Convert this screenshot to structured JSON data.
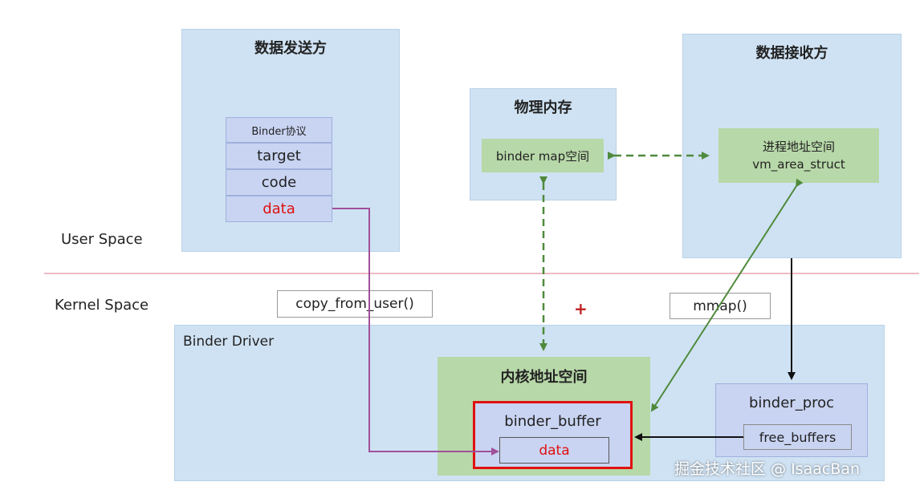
{
  "sender": {
    "title": "数据发送方",
    "protocol_header": "Binder协议",
    "rows": [
      "target",
      "code",
      "data"
    ]
  },
  "physical_memory": {
    "title": "物理内存",
    "map_space": "binder map空间"
  },
  "receiver": {
    "title": "数据接收方",
    "address_space_line1": "进程地址空间",
    "address_space_line2": "vm_area_struct"
  },
  "labels": {
    "user_space": "User Space",
    "kernel_space": "Kernel Space",
    "copy_from_user": "copy_from_user()",
    "mmap": "mmap()",
    "plus": "+"
  },
  "driver": {
    "title": "Binder Driver",
    "kernel_address_space": "内核地址空间",
    "binder_buffer": "binder_buffer",
    "buffer_data": "data",
    "binder_proc": "binder_proc",
    "free_buffers": "free_buffers"
  },
  "watermark": "掘金技术社区 @ IsaacBan",
  "colors": {
    "panel_blue": "#cfe2f3",
    "green": "#b7d8a8",
    "lavender": "#c9d4f2",
    "highlight_red": "#e01010",
    "data_text_red": "#e01010",
    "arrow_green": "#4f8a3c",
    "arrow_purple": "#a0509a",
    "divider": "#e8a6b0"
  }
}
